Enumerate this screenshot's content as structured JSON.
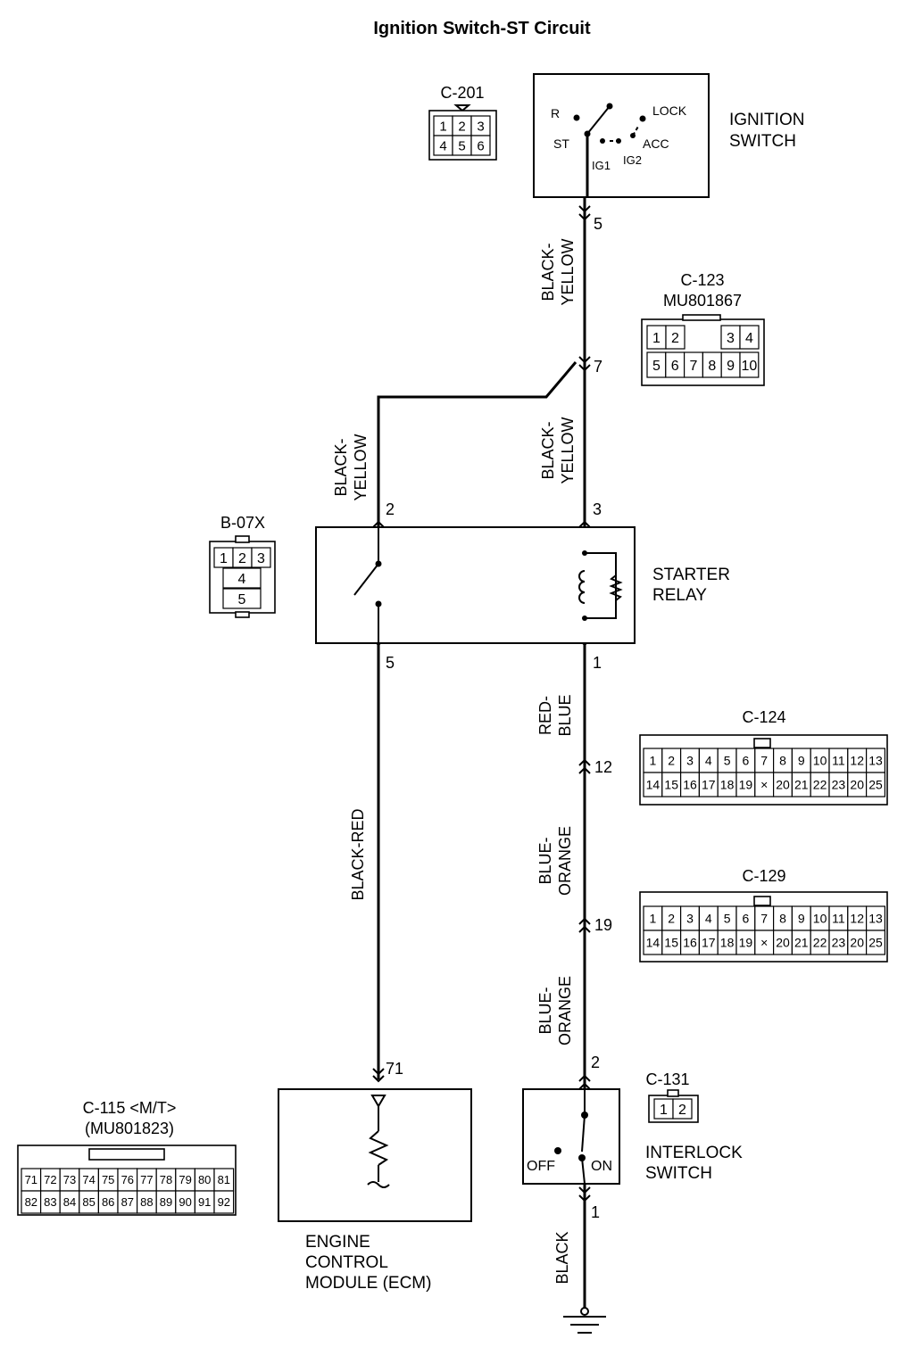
{
  "title": "Ignition Switch-ST Circuit",
  "components": {
    "ignition_switch": {
      "name_lines": [
        "IGNITION",
        "SWITCH"
      ],
      "positions": {
        "r": "R",
        "st": "ST",
        "lock": "LOCK",
        "acc": "ACC",
        "ig1": "IG1",
        "ig2": "IG2"
      }
    },
    "starter_relay": {
      "name_lines": [
        "STARTER",
        "RELAY"
      ]
    },
    "ecm": {
      "name_lines": [
        "ENGINE",
        "CONTROL",
        "MODULE (ECM)"
      ]
    },
    "interlock_switch": {
      "name_lines": [
        "INTERLOCK",
        "SWITCH"
      ],
      "off": "OFF",
      "on": "ON"
    }
  },
  "connectors": {
    "c201": {
      "label": "C-201",
      "rows": [
        [
          "1",
          "2",
          "3"
        ],
        [
          "4",
          "5",
          "6"
        ]
      ]
    },
    "c123": {
      "label": "C-123",
      "part": "MU801867",
      "rows": [
        [
          "1",
          "2",
          "",
          "3",
          "4"
        ],
        [
          "5",
          "6",
          "7",
          "8",
          "9",
          "10"
        ]
      ]
    },
    "b07x": {
      "label": "B-07X",
      "rows": [
        [
          "1",
          "2",
          "3"
        ],
        [
          "4"
        ],
        [
          "5"
        ]
      ]
    },
    "c124": {
      "label": "C-124",
      "rows": [
        [
          "1",
          "2",
          "3",
          "4",
          "5",
          "6",
          "7",
          "8",
          "9",
          "10",
          "11",
          "12",
          "13"
        ],
        [
          "14",
          "15",
          "16",
          "17",
          "18",
          "19",
          "×",
          "20",
          "21",
          "22",
          "23",
          "20",
          "25"
        ]
      ]
    },
    "c129": {
      "label": "C-129",
      "rows": [
        [
          "1",
          "2",
          "3",
          "4",
          "5",
          "6",
          "7",
          "8",
          "9",
          "10",
          "11",
          "12",
          "13"
        ],
        [
          "14",
          "15",
          "16",
          "17",
          "18",
          "19",
          "×",
          "20",
          "21",
          "22",
          "23",
          "20",
          "25"
        ]
      ]
    },
    "c115": {
      "label": "C-115 <M/T>",
      "part": "(MU801823)",
      "rows": [
        [
          "71",
          "72",
          "73",
          "74",
          "75",
          "76",
          "77",
          "78",
          "79",
          "80",
          "81"
        ],
        [
          "82",
          "83",
          "84",
          "85",
          "86",
          "87",
          "88",
          "89",
          "90",
          "91",
          "92"
        ]
      ]
    },
    "c131": {
      "label": "C-131",
      "rows": [
        [
          "1",
          "2"
        ]
      ]
    }
  },
  "pins": {
    "ign_5": "5",
    "c123_7": "7",
    "relay_2": "2",
    "relay_3": "3",
    "relay_5": "5",
    "relay_1": "1",
    "c124_12": "12",
    "c129_19": "19",
    "ecm_71": "71",
    "interlock_2": "2",
    "interlock_1": "1"
  },
  "wires": {
    "right_1": [
      "BLACK-",
      "YELLOW"
    ],
    "right_2": [
      "BLACK-",
      "YELLOW"
    ],
    "left_1": [
      "BLACK-",
      "YELLOW"
    ],
    "right_3": [
      "RED-",
      "BLUE"
    ],
    "right_4": [
      "BLUE-",
      "ORANGE"
    ],
    "right_5": [
      "BLUE-",
      "ORANGE"
    ],
    "left_2": [
      "BLACK-RED"
    ],
    "ground": [
      "BLACK"
    ]
  }
}
